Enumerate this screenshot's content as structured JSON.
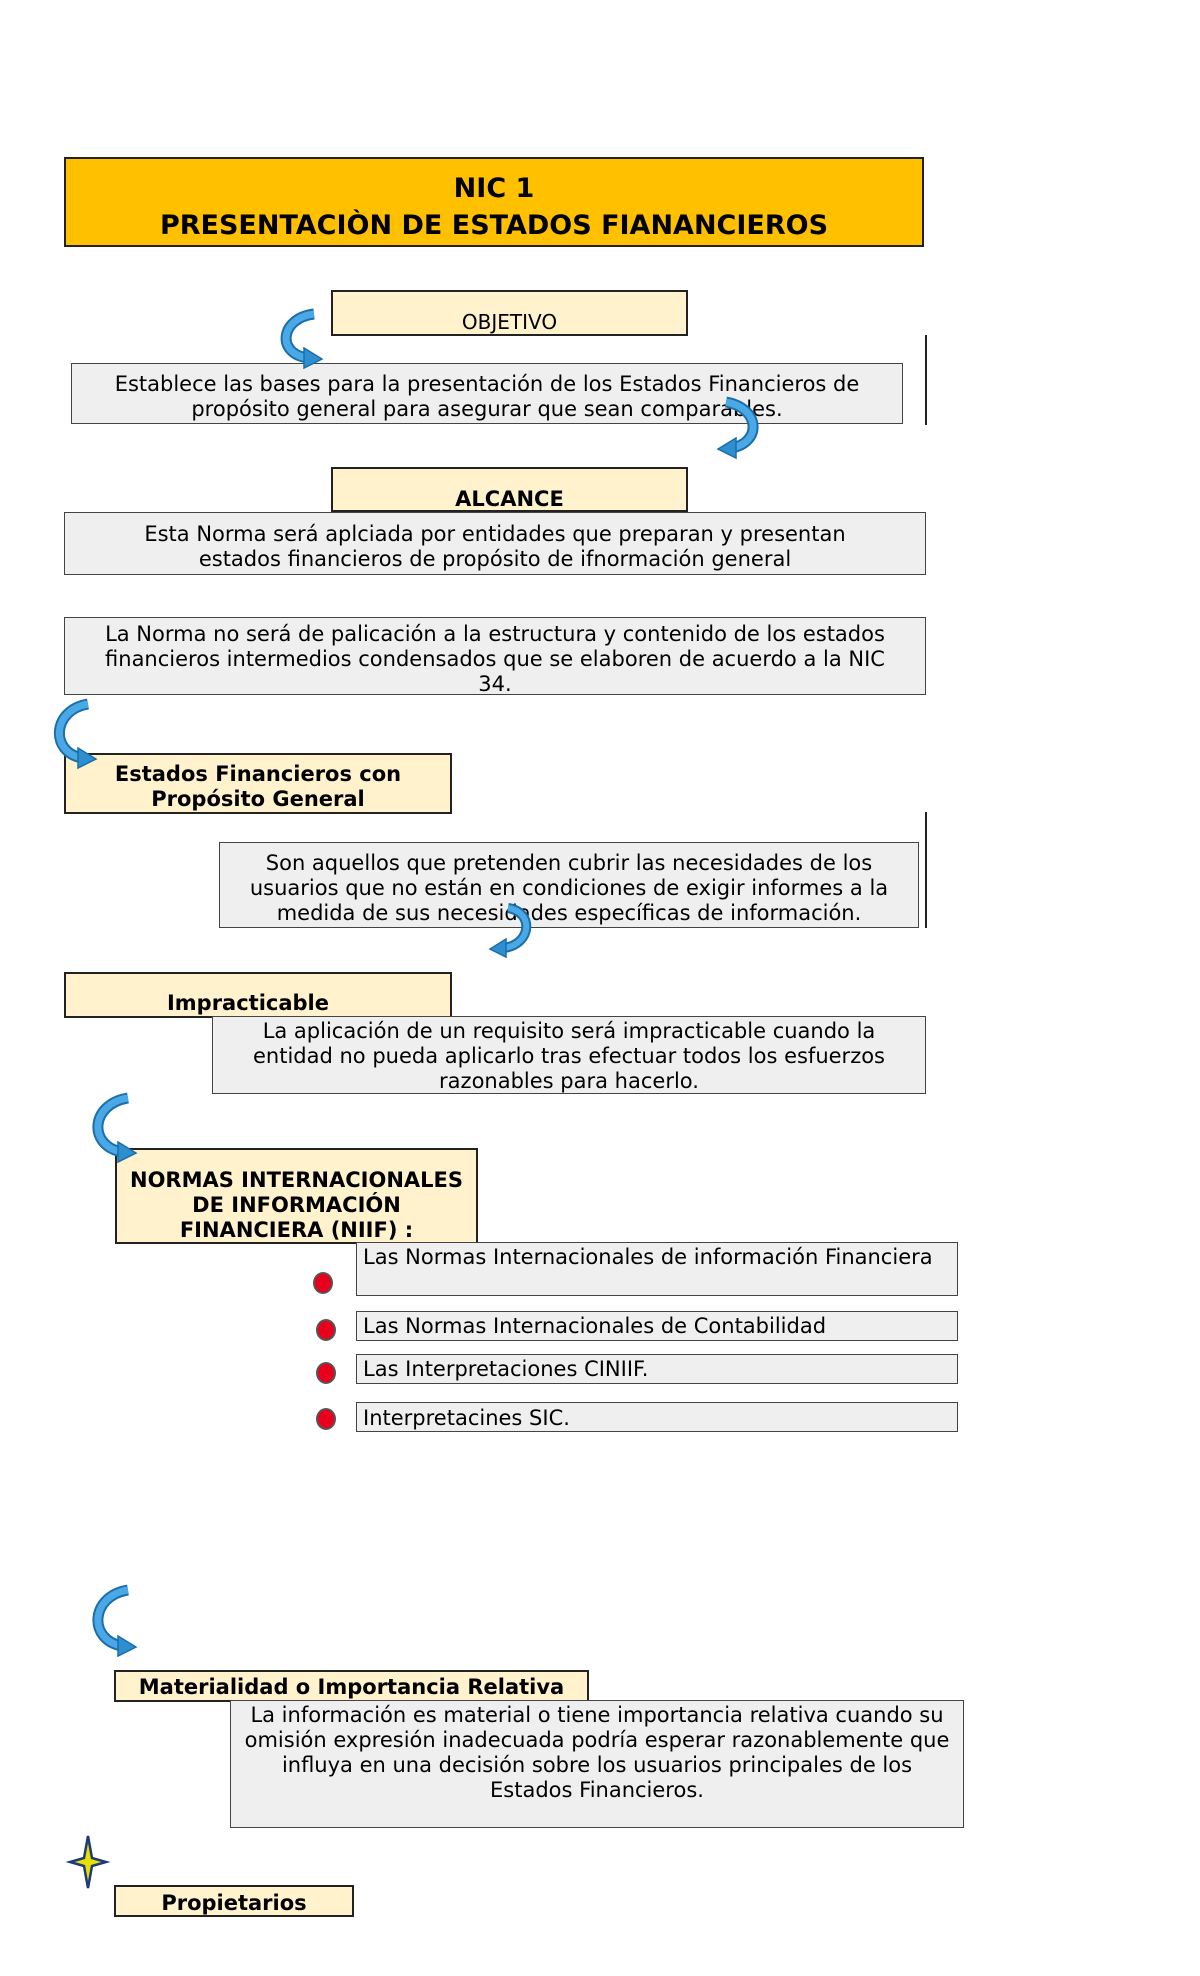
{
  "title": {
    "line1": "NIC 1",
    "line2": "PRESENTACIÒN DE ESTADOS FIANANCIEROS"
  },
  "objetivo": {
    "heading": "OBJETIVO",
    "text": "Establece las bases  para la presentación de los Estados Financieros de propósito general para asegurar que sean comparables."
  },
  "alcance": {
    "heading": "ALCANCE",
    "text1": "Esta Norma será aplciada por entidades que preparan y presentan estados financieros de propósito de ifnormación general",
    "text2": "La Norma no será de palicación a la estructura y contenido de los estados financieros intermedios condensados que se elaboren de acuerdo a la NIC 34."
  },
  "estados": {
    "heading": "Estados Financieros con Propósito General",
    "text": "Son aquellos  que pretenden cubrir las necesidades de los usuarios que no están en condiciones de exigir informes a la medida de sus necesidades específicas de información."
  },
  "impracticable": {
    "heading": "Impracticable",
    "text": "La aplicación de un requisito será impracticable cuando la entidad no pueda aplicarlo tras efectuar  todos los esfuerzos razonables  para hacerlo."
  },
  "niif": {
    "heading": "NORMAS INTERNACIONALES DE INFORMACIÓN FINANCIERA (NIIF) :",
    "items": [
      "Las Normas Internacionales de información Financiera",
      "Las Normas Internacionales de Contabilidad",
      "Las Interpretaciones CINIIF.",
      "Interpretacines SIC."
    ]
  },
  "materialidad": {
    "heading": "Materialidad o Importancia Relativa",
    "text": "La información es material  o tiene importancia relativa cuando su omisión expresión inadecuada podría esperar razonablemente que influya  en una decisión sobre los usuarios principales de los Estados Financieros."
  },
  "propietarios": {
    "heading": "Propietarios"
  },
  "colors": {
    "title_fill": "#ffc000",
    "heading_fill": "#fff2cc",
    "text_fill": "#efefef",
    "arrow": "#2e8fd0",
    "bullet": "#e8001c"
  },
  "icons": [
    "curved-arrow-icon",
    "bullet-dot-icon",
    "star-icon"
  ]
}
